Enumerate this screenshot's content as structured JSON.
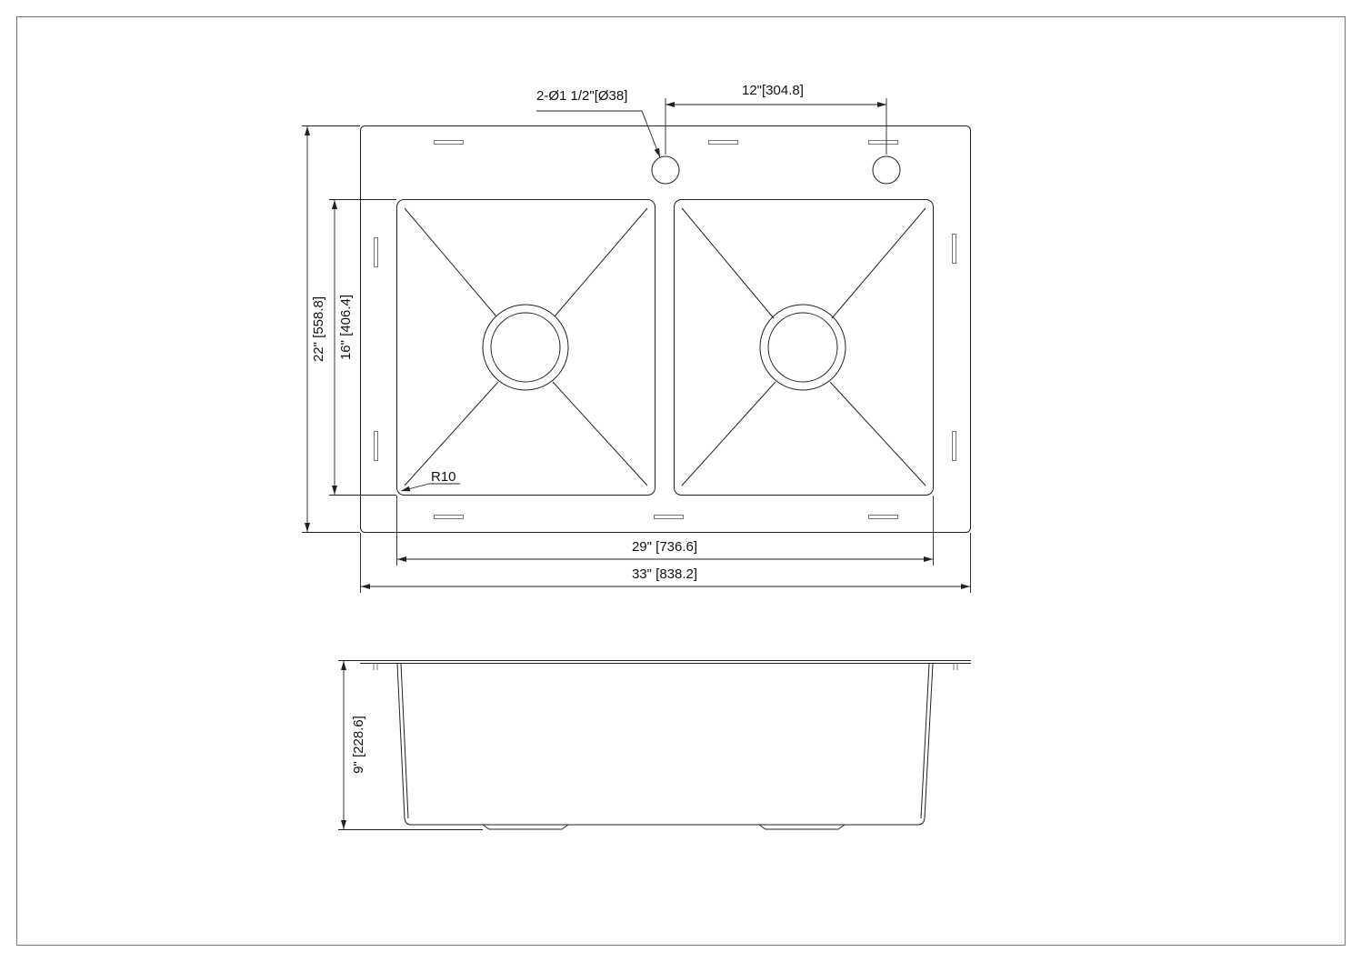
{
  "diagram": {
    "labels": {
      "hole_diameter": "2-Ø1 1/2\"[Ø38]",
      "hole_spacing": "12\"[304.8]",
      "overall_depth": "22\" [558.8]",
      "bowl_depth": "16\" [406.4]",
      "corner_radius": "R10",
      "bowl_width": "29\" [736.6]",
      "overall_width": "33\" [838.2]",
      "bowl_height": "9\" [228.6]"
    }
  }
}
